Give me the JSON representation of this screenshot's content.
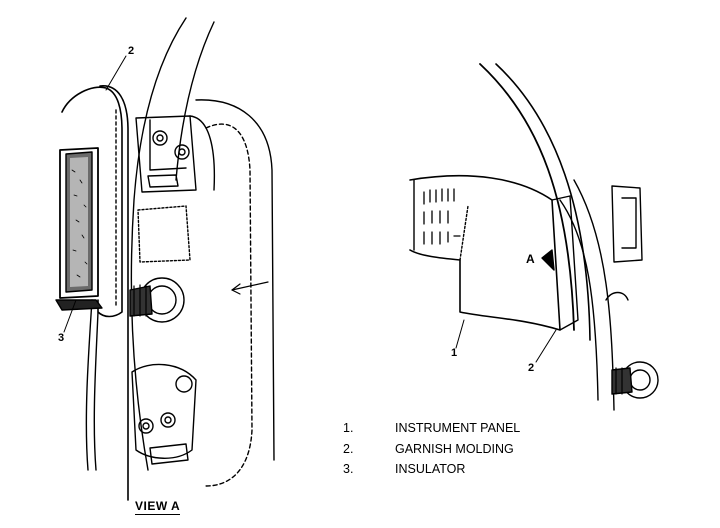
{
  "callouts": {
    "left_2": "2",
    "left_3": "3",
    "right_1": "1",
    "right_2": "2",
    "view_letter": "A"
  },
  "legend": [
    {
      "num": "1.",
      "label": "INSTRUMENT PANEL"
    },
    {
      "num": "2.",
      "label": "GARNISH MOLDING"
    },
    {
      "num": "3.",
      "label": "INSULATOR"
    }
  ],
  "view_caption": "VIEW A"
}
